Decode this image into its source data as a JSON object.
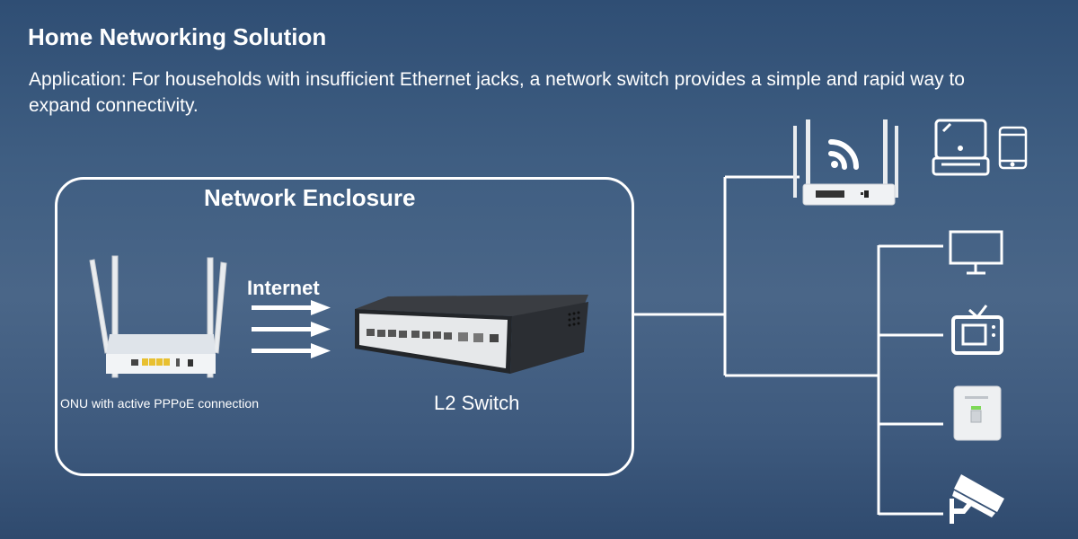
{
  "header": {
    "title": "Home Networking Solution",
    "description": "Application: For households with insufficient Ethernet jacks, a network switch provides a simple and rapid way to expand connectivity."
  },
  "enclosure": {
    "title": "Network Enclosure",
    "internet_label": "Internet",
    "onu_label": "ONU with active PPPoE connection",
    "switch_label": "L2 Switch"
  },
  "devices": {
    "wifi_router": {
      "icon": "wifi-router-icon",
      "clients": [
        "laptop-icon",
        "smartphone-icon"
      ]
    },
    "wired": [
      "monitor-icon",
      "tv-icon",
      "ethernet-wall-jack-icon",
      "security-camera-icon"
    ]
  },
  "colors": {
    "line": "#ffffff",
    "background_top": "#2f4e74",
    "background_mid": "#4a6688",
    "jack_led": "#7ed957"
  }
}
